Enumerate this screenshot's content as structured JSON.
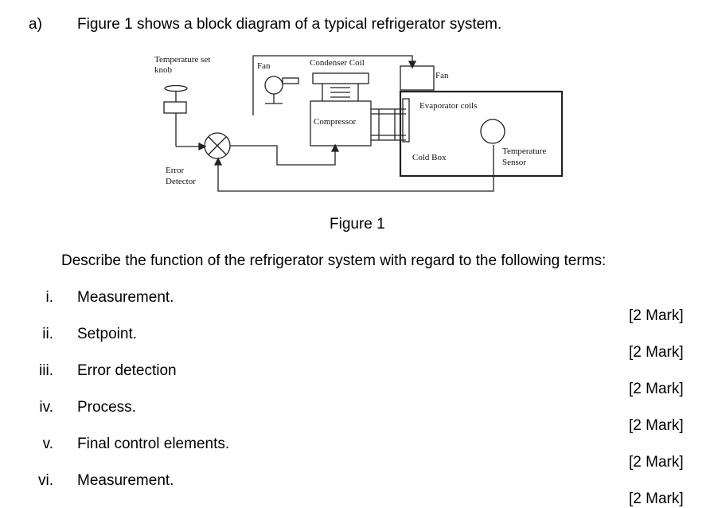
{
  "question": {
    "part_label": "a)",
    "intro": "Figure 1 shows a block diagram of a typical refrigerator system."
  },
  "diagram": {
    "temp_set_knob_line1": "Temperature set",
    "temp_set_knob_line2": "knob",
    "fan_left": "Fan",
    "condenser_coil": "Condenser Coil",
    "fan_right": "Fan",
    "evaporator_coils": "Evaporator coils",
    "compressor": "Compressor",
    "cold_box": "Cold Box",
    "temp_sensor_line1": "Temperature",
    "temp_sensor_line2": "Sensor",
    "error_detector_line1": "Error",
    "error_detector_line2": "Detector"
  },
  "figure_caption": "Figure 1",
  "instruction": "Describe the function of the refrigerator system with regard to the following terms:",
  "items": [
    {
      "numeral": "i.",
      "term": "Measurement.",
      "mark": "[2 Mark]"
    },
    {
      "numeral": "ii.",
      "term": "Setpoint.",
      "mark": "[2 Mark]"
    },
    {
      "numeral": "iii.",
      "term": "Error detection",
      "mark": "[2 Mark]"
    },
    {
      "numeral": "iv.",
      "term": "Process.",
      "mark": "[2 Mark]"
    },
    {
      "numeral": "v.",
      "term": "Final control elements.",
      "mark": "[2 Mark]"
    },
    {
      "numeral": "vi.",
      "term": "Measurement.",
      "mark": "[2 Mark]"
    }
  ]
}
